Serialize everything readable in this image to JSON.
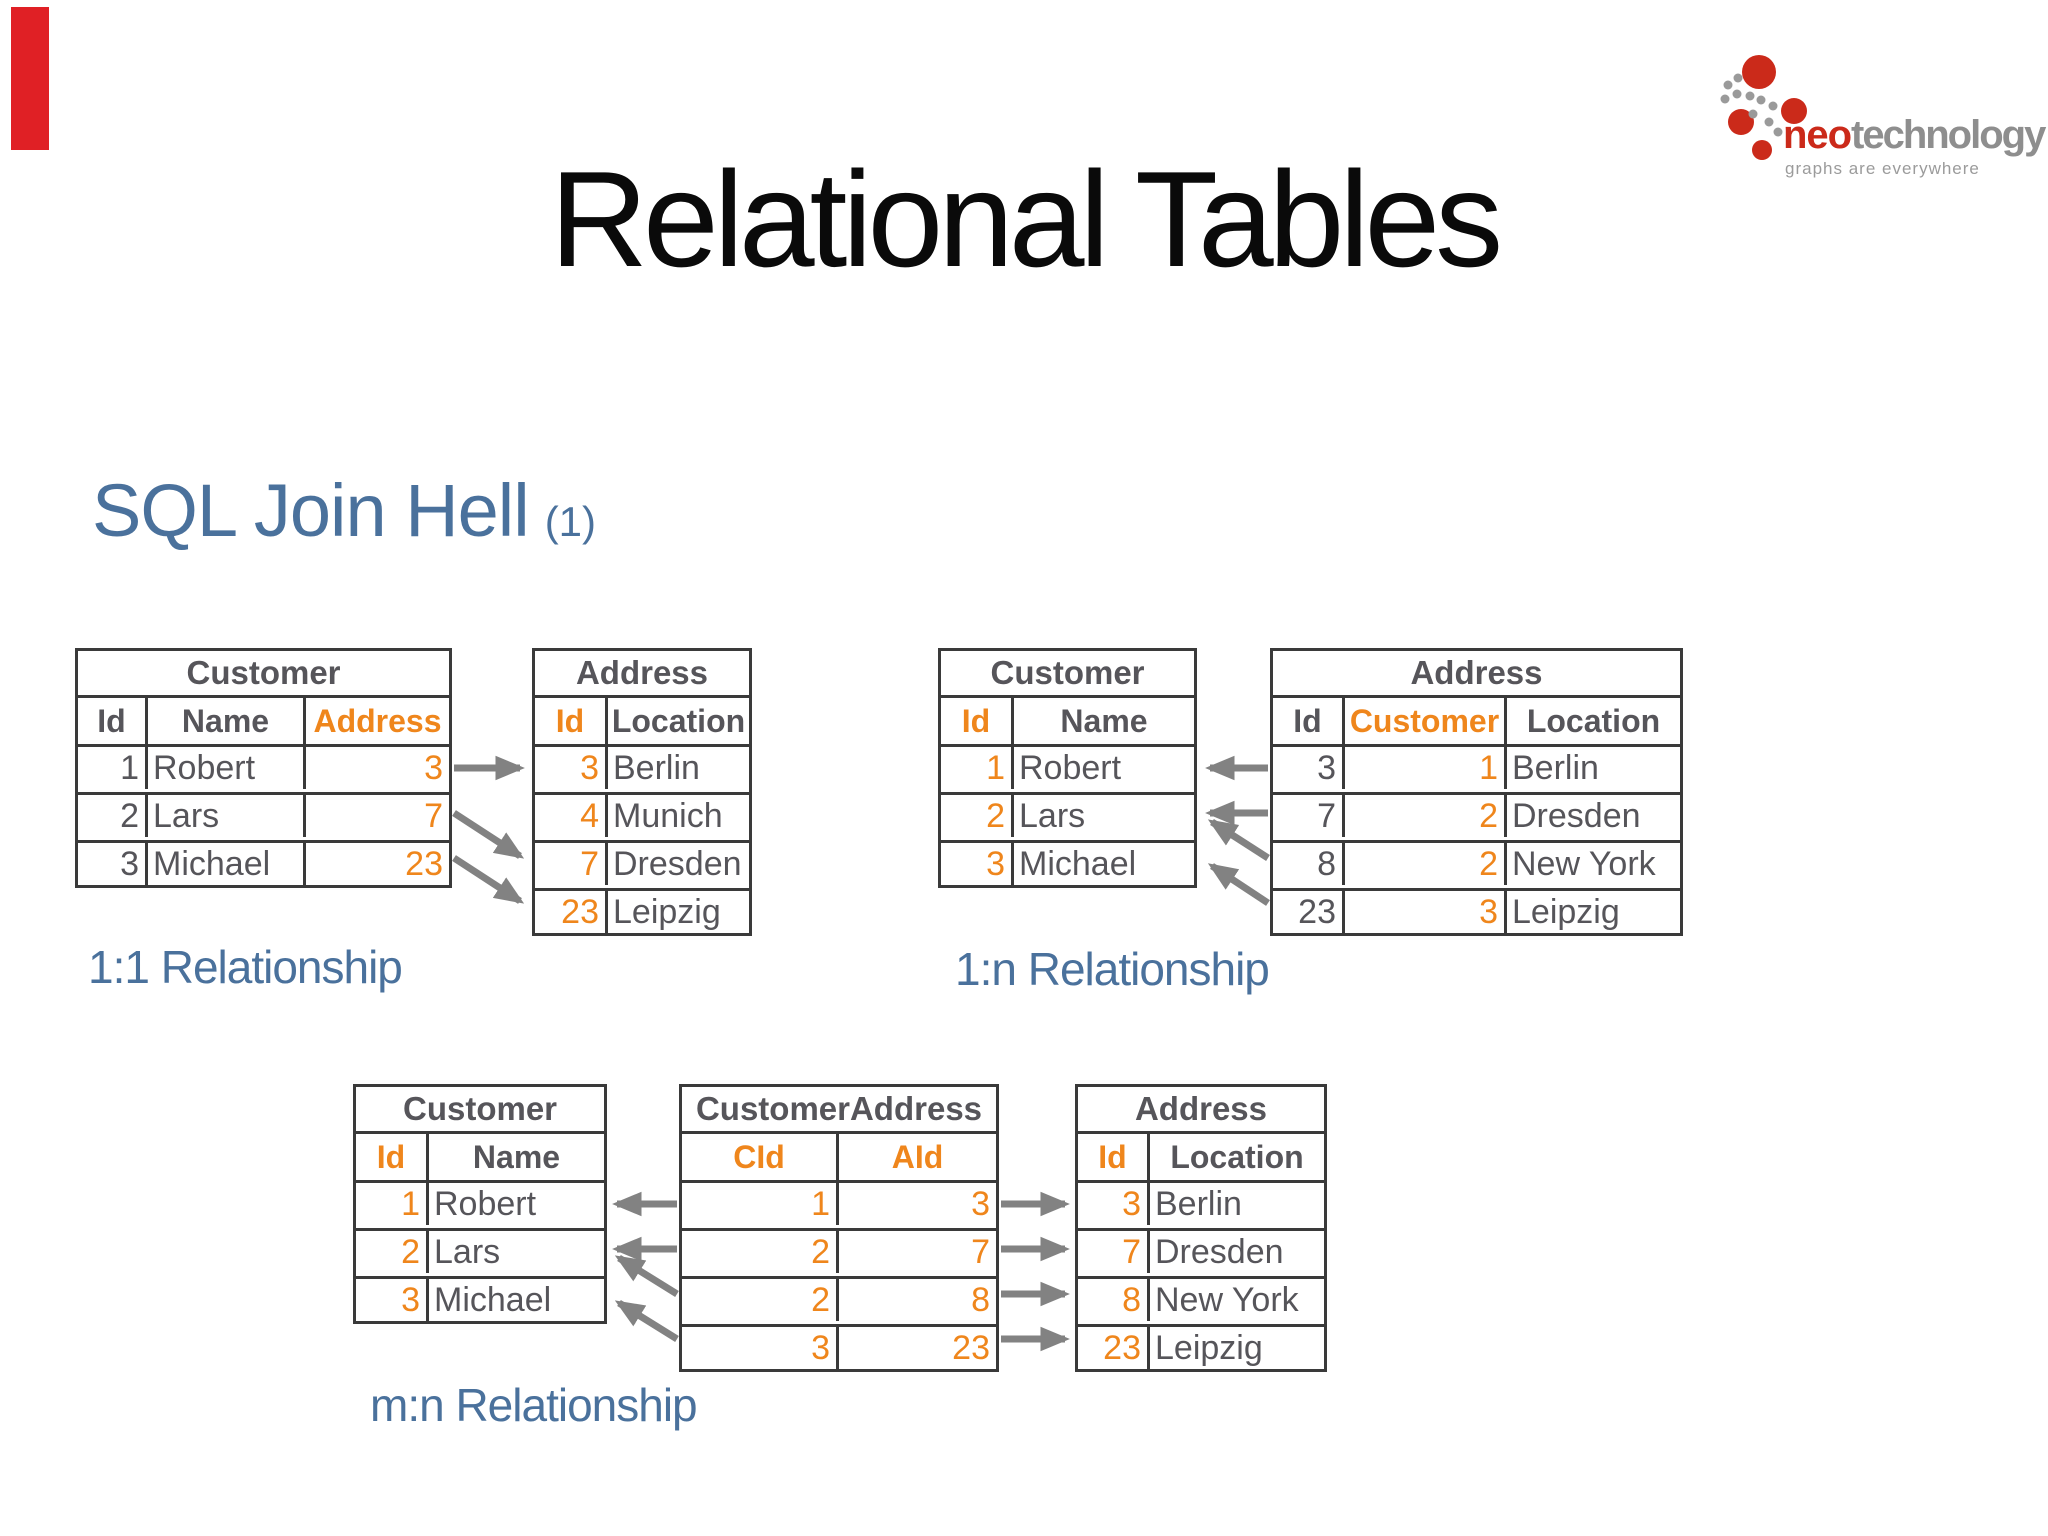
{
  "slide": {
    "title": "Relational Tables"
  },
  "heading": {
    "text": "SQL Join Hell",
    "note": "(1)"
  },
  "logo": {
    "brand_primary": "neo",
    "brand_secondary": "technology",
    "tagline": "graphs are everywhere"
  },
  "colors": {
    "accent_orange": "#ef861c",
    "text_gray": "#56555a",
    "heading_blue": "#4a719c",
    "border_dark": "#3a3a3a",
    "arrow_gray": "#828282",
    "logo_red": "#cb2a1a",
    "logo_gray": "#8e8e8e",
    "marker_red": "#e02025"
  },
  "diagrams": {
    "one_to_one": {
      "label": "1:1 Relationship",
      "customer": {
        "title": "Customer",
        "headers": [
          "Id",
          "Name",
          "Address"
        ],
        "rows": [
          [
            "1",
            "Robert",
            "3"
          ],
          [
            "2",
            "Lars",
            "7"
          ],
          [
            "3",
            "Michael",
            "23"
          ]
        ]
      },
      "address": {
        "title": "Address",
        "headers": [
          "Id",
          "Location"
        ],
        "rows": [
          [
            "3",
            "Berlin"
          ],
          [
            "4",
            "Munich"
          ],
          [
            "7",
            "Dresden"
          ],
          [
            "23",
            "Leipzig"
          ]
        ]
      }
    },
    "one_to_n": {
      "label": "1:n Relationship",
      "customer": {
        "title": "Customer",
        "headers": [
          "Id",
          "Name"
        ],
        "rows": [
          [
            "1",
            "Robert"
          ],
          [
            "2",
            "Lars"
          ],
          [
            "3",
            "Michael"
          ]
        ]
      },
      "address": {
        "title": "Address",
        "headers": [
          "Id",
          "Customer",
          "Location"
        ],
        "rows": [
          [
            "3",
            "1",
            "Berlin"
          ],
          [
            "7",
            "2",
            "Dresden"
          ],
          [
            "8",
            "2",
            "New York"
          ],
          [
            "23",
            "3",
            "Leipzig"
          ]
        ]
      }
    },
    "m_to_n": {
      "label": "m:n Relationship",
      "customer": {
        "title": "Customer",
        "headers": [
          "Id",
          "Name"
        ],
        "rows": [
          [
            "1",
            "Robert"
          ],
          [
            "2",
            "Lars"
          ],
          [
            "3",
            "Michael"
          ]
        ]
      },
      "customer_address": {
        "title": "CustomerAddress",
        "headers": [
          "CId",
          "AId"
        ],
        "rows": [
          [
            "1",
            "3"
          ],
          [
            "2",
            "7"
          ],
          [
            "2",
            "8"
          ],
          [
            "3",
            "23"
          ]
        ]
      },
      "address": {
        "title": "Address",
        "headers": [
          "Id",
          "Location"
        ],
        "rows": [
          [
            "3",
            "Berlin"
          ],
          [
            "7",
            "Dresden"
          ],
          [
            "8",
            "New York"
          ],
          [
            "23",
            "Leipzig"
          ]
        ]
      }
    }
  }
}
